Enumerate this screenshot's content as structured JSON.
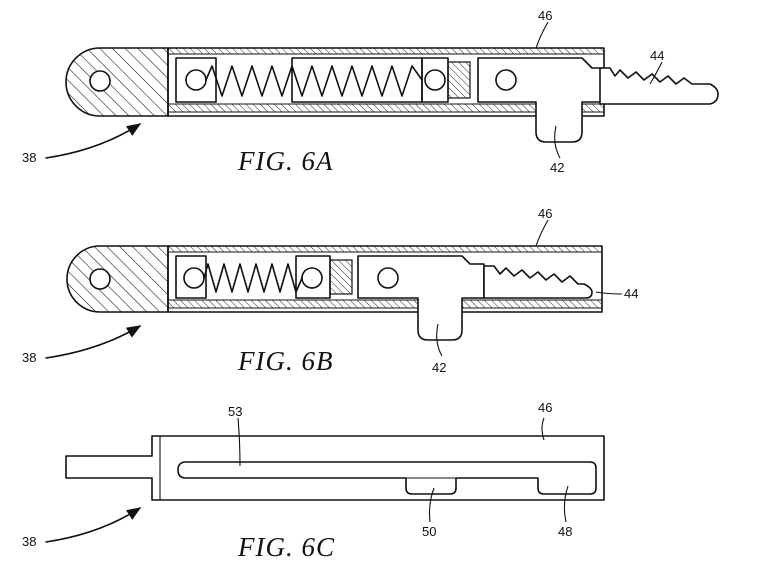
{
  "figures": [
    {
      "caption": "FIG.  6A",
      "labels": {
        "assembly": "38",
        "tab": "42",
        "key": "44",
        "housing": "46"
      }
    },
    {
      "caption": "FIG.  6B",
      "labels": {
        "assembly": "38",
        "tab": "42",
        "key": "44",
        "housing": "46"
      }
    },
    {
      "caption": "FIG.  6C",
      "labels": {
        "assembly": "38",
        "housing": "46",
        "notch_right": "48",
        "notch_left": "50",
        "slot": "53"
      }
    }
  ]
}
